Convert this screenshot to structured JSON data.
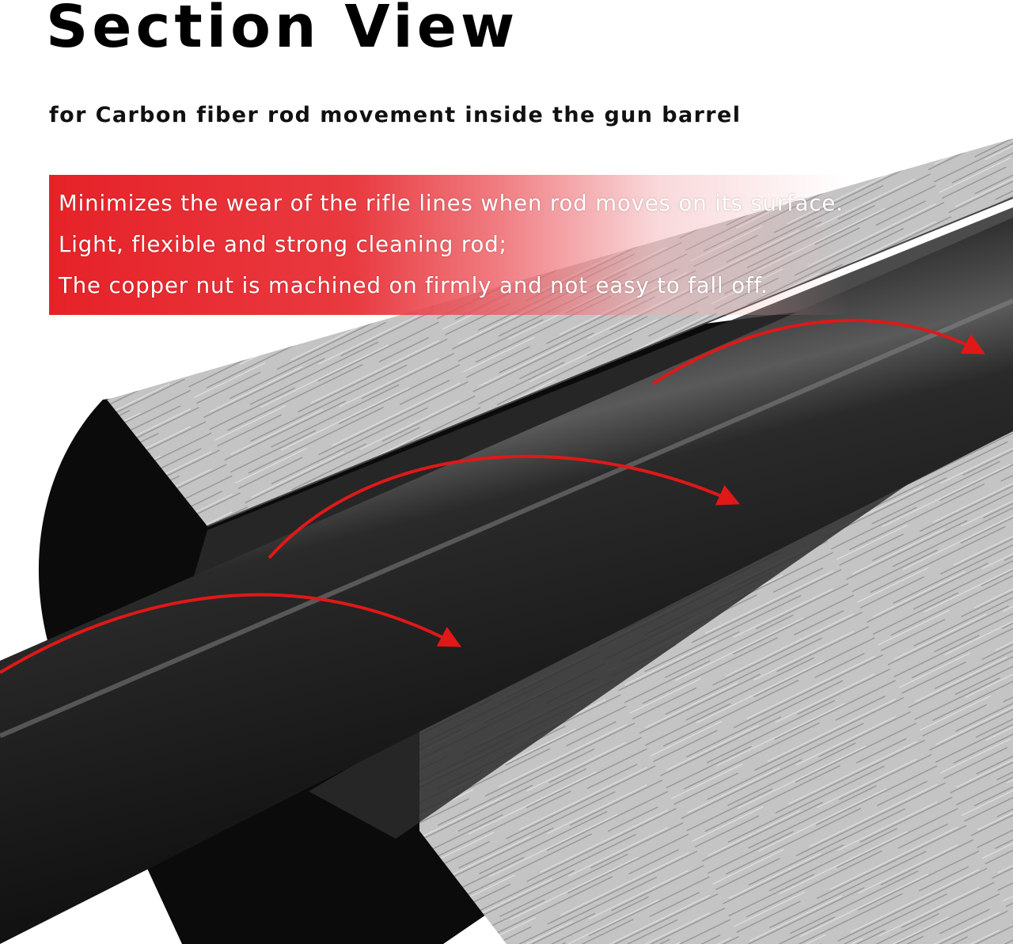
{
  "title": "Section View",
  "subtitle": "for Carbon fiber rod movement inside the gun barrel",
  "features": [
    "Minimizes the wear of the rifle lines when rod moves on its surface.",
    "Light, flexible and strong cleaning rod;",
    "The copper nut is machined on firmly and not easy to fall off."
  ],
  "colors": {
    "banner": "#e62228",
    "arrow": "#e01818",
    "rod": "#1c1c1c",
    "barrel_metal": "#bfbfbf",
    "text": "#000000"
  }
}
